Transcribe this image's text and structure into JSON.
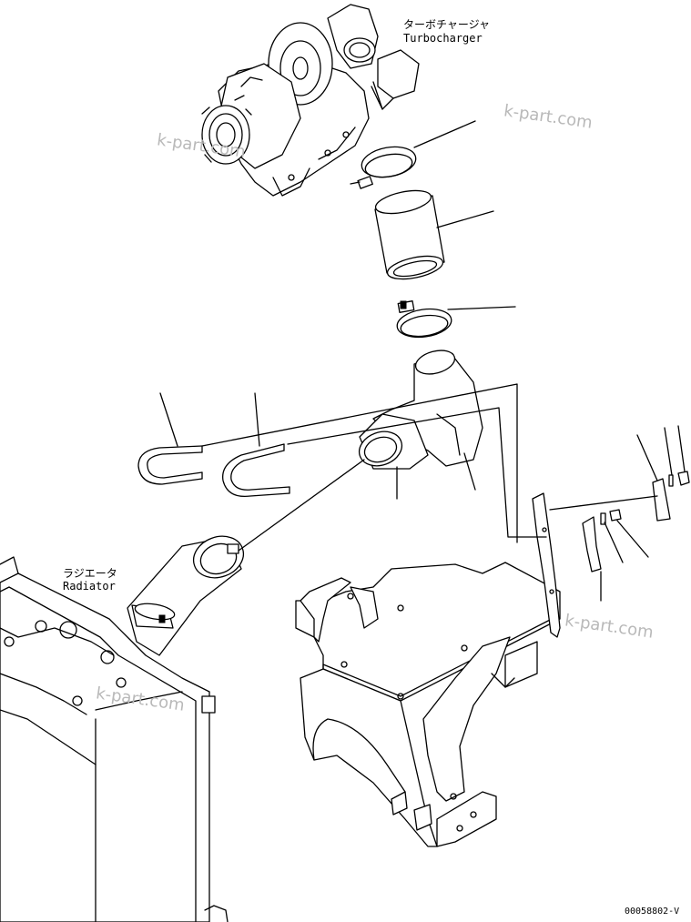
{
  "labels": {
    "turbocharger_jp": "ターボチャージャ",
    "turbocharger_en": "Turbocharger",
    "radiator_jp": "ラジエータ",
    "radiator_en": "Radiator"
  },
  "watermarks": [
    "k-part.com",
    "k-part.com",
    "k-part.com",
    "k-part.com"
  ],
  "drawing_code": "00058802-V"
}
